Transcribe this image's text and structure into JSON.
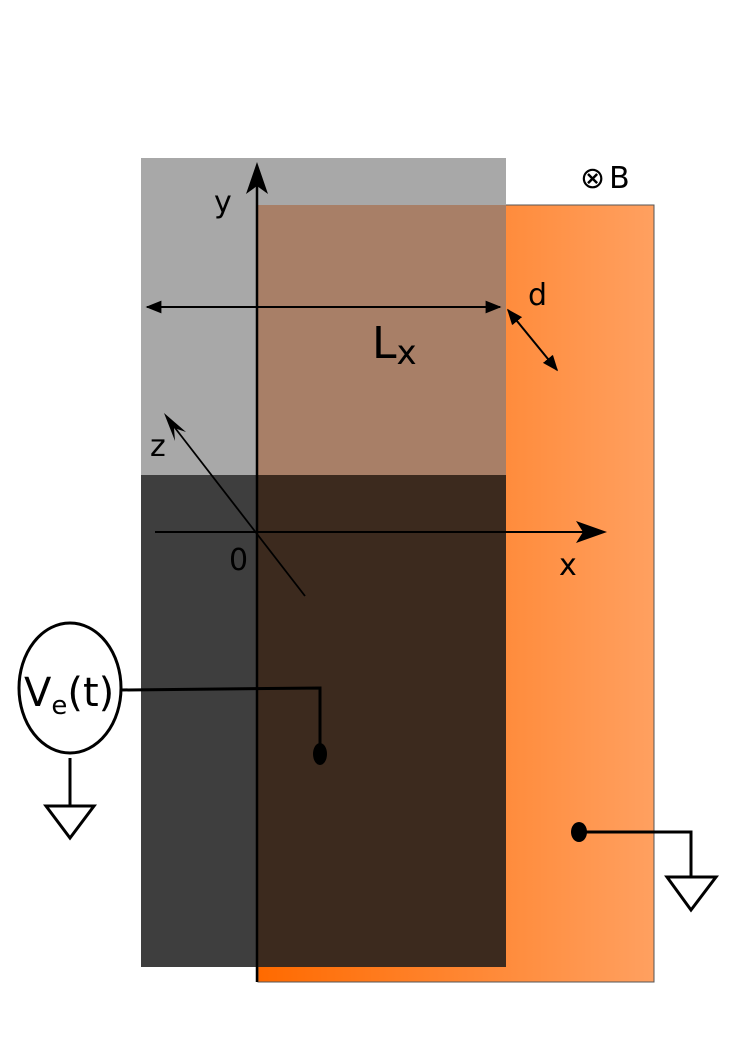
{
  "labels": {
    "y_axis": "y",
    "x_axis": "x",
    "z_axis": "z",
    "origin": "0",
    "length_main": "L",
    "length_sub": "x",
    "thickness": "d",
    "field_symbol": "⊗",
    "field_letter": "B"
  },
  "source": {
    "main": "V",
    "sub": "e",
    "arg": "(t)"
  },
  "colors": {
    "gray_plate": "#a8a8a8",
    "overlap_top": "#a87f67",
    "dark_plate": "#3e3e3e",
    "overlap_bottom": "#3c2a1e",
    "orange_left": "#ff6a00",
    "orange_right": "#ffa060",
    "line": "#000000",
    "background": "#ffffff"
  }
}
